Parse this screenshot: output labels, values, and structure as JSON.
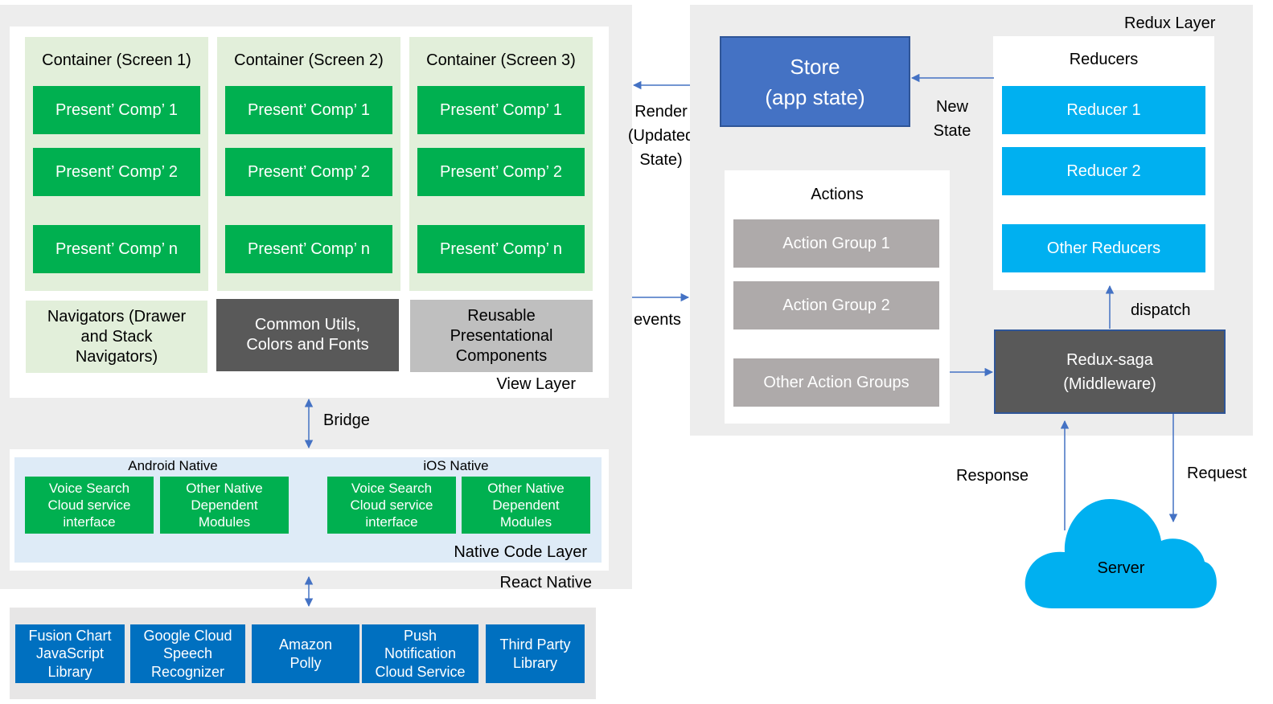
{
  "react_native": {
    "label": "React Native",
    "view_layer": {
      "label": "View Layer",
      "containers": [
        {
          "title": "Container (Screen 1)",
          "items": [
            "Present’ Comp’ 1",
            "Present’ Comp’ 2",
            "Present’ Comp’ n"
          ]
        },
        {
          "title": "Container (Screen 2)",
          "items": [
            "Present’ Comp’ 1",
            "Present’ Comp’ 2",
            "Present’ Comp’ n"
          ]
        },
        {
          "title": "Container (Screen 3)",
          "items": [
            "Present’ Comp’ 1",
            "Present’ Comp’ 2",
            "Present’ Comp’ n"
          ]
        }
      ],
      "navigators": "Navigators (Drawer and Stack Navigators)",
      "common_utils": "Common Utils, Colors and Fonts",
      "reusable": "Reusable Presentational Components"
    },
    "bridge": "Bridge",
    "native_layer": {
      "label": "Native Code Layer",
      "android": {
        "title": "Android Native",
        "items": [
          "Voice Search Cloud service interface",
          "Other Native Dependent Modules"
        ]
      },
      "ios": {
        "title": "iOS Native",
        "items": [
          "Voice Search Cloud service interface",
          "Other Native Dependent Modules"
        ]
      }
    }
  },
  "libraries": [
    "Fusion Chart JavaScript Library",
    "Google Cloud Speech Recognizer",
    "Amazon Polly",
    "Push Notification Cloud Service",
    "Third Party Library"
  ],
  "middle": {
    "render": "Render (Updated State)",
    "events": "events"
  },
  "redux": {
    "label": "Redux Layer",
    "store": {
      "line1": "Store",
      "line2": "(app state)"
    },
    "new_state": "New State",
    "reducers": {
      "title": "Reducers",
      "items": [
        "Reducer 1",
        "Reducer 2",
        "Other Reducers"
      ]
    },
    "actions": {
      "title": "Actions",
      "items": [
        "Action Group 1",
        "Action Group 2",
        "Other Action Groups"
      ]
    },
    "dispatch": "dispatch",
    "saga": {
      "line1": "Redux-saga",
      "line2": "(Middleware)"
    },
    "response": "Response",
    "request": "Request",
    "server": "Server"
  },
  "colors": {
    "green": "#00b050",
    "cyan": "#00b0f0",
    "store_blue": "#4472c4",
    "library_blue": "#0070c0",
    "arrow": "#4472c4"
  }
}
